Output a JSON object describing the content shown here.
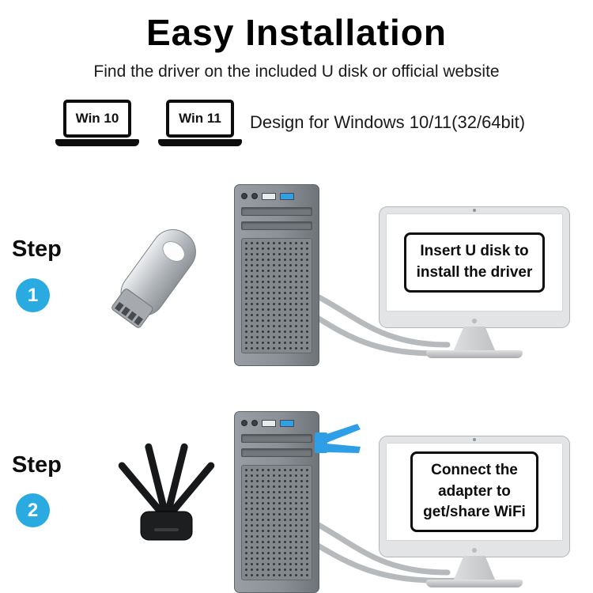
{
  "title": "Easy Installation",
  "subtitle": "Find the driver on the included U disk or official website",
  "windows_row": {
    "win10": "Win 10",
    "win11": "Win 11",
    "caption": "Design for Windows 10/11(32/64bit)"
  },
  "steps": [
    {
      "label": "Step",
      "number": "1",
      "device": "usb-flash-drive",
      "monitor_lines": [
        "Insert U disk to",
        "install the driver"
      ]
    },
    {
      "label": "Step",
      "number": "2",
      "device": "wifi-adapter-4-antennas",
      "monitor_lines": [
        "Connect the",
        "adapter to",
        "get/share WiFi"
      ]
    }
  ],
  "colors": {
    "step_badge": "#29abe2",
    "usb3_port": "#2f9fe8",
    "usb_plug": "#2e9fe6",
    "tower_gray": "#8a9095",
    "monitor_frame": "#e3e4e5",
    "cable_gray": "#b7babd"
  }
}
